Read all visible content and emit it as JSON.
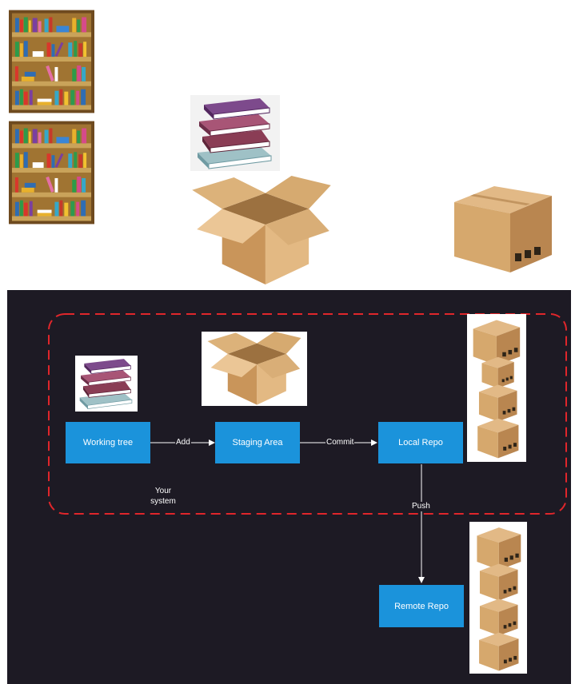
{
  "diagram": {
    "nodes": {
      "working_tree": "Working tree",
      "staging_area": "Staging Area",
      "local_repo": "Local Repo",
      "remote_repo": "Remote Repo"
    },
    "edges": {
      "add": "Add",
      "commit": "Commit",
      "push": "Push"
    },
    "system_label_line1": "Your",
    "system_label_line2": "system"
  },
  "icons": {
    "bookshelf": "bookshelf-icon",
    "books": "books-stack-icon",
    "open_box": "open-box-icon",
    "closed_box": "closed-box-icon"
  },
  "colors": {
    "background_dark": "#1d1a24",
    "node_fill": "#1b93db",
    "boundary_dash": "#e0262b",
    "arrow": "#ffffff",
    "cardboard": "#c99a5e"
  }
}
